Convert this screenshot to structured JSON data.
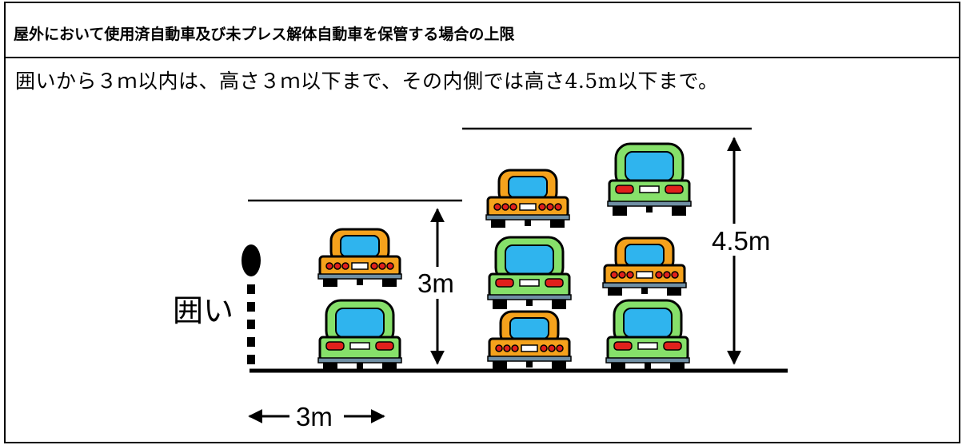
{
  "title": "屋外において使用済自動車及び未プレス解体自動車を保管する場合の上限",
  "description": "囲いから３ｍ以内は、高さ３ｍ以下まで、その内側では高さ4.5m以下まで。",
  "labels": {
    "fence": "囲い",
    "height_near": "3m",
    "height_inner": "4.5m",
    "distance": "3m"
  },
  "colors": {
    "green_car": "#86e06a",
    "orange_car": "#f5a21c",
    "window": "#2fb4ee",
    "bumper": "#6f8fa4",
    "taillight": "#e0201c",
    "outline": "#000000"
  }
}
